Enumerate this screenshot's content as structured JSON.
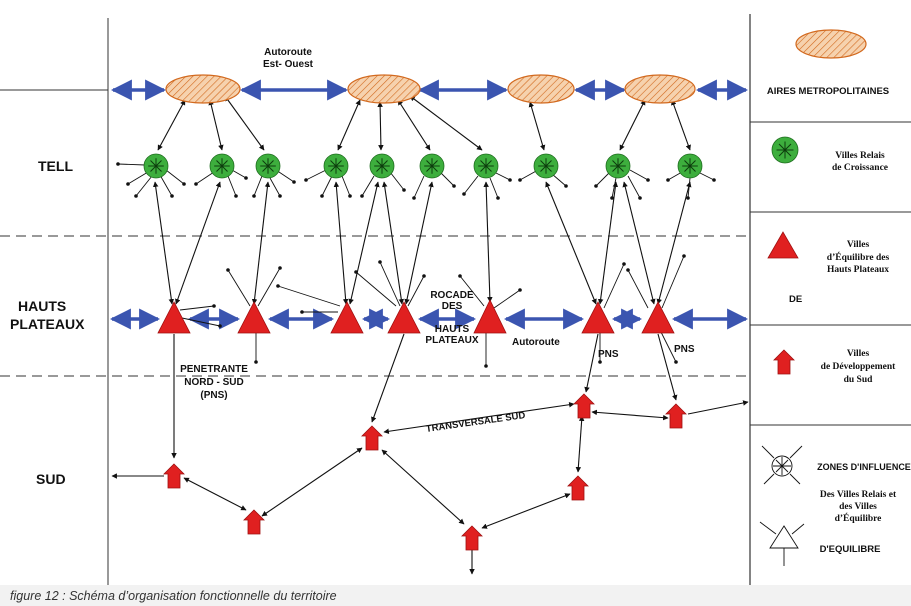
{
  "regions": {
    "tell": "TELL",
    "hauts_plateaux_1": "HAUTS",
    "hauts_plateaux_2": "PLATEAUX",
    "sud": "SUD"
  },
  "labels": {
    "autoroute_top_1": "Autoroute",
    "autoroute_top_2": "Est- Ouest",
    "rocade_1": "ROCADE",
    "rocade_2": "DES",
    "rocade_3": "HAUTS",
    "rocade_4": "PLATEAUX",
    "autoroute_mid": "Autoroute",
    "pns_1": "PNS",
    "pns_2": "PNS",
    "penetrante_1": "PENETRANTE",
    "penetrante_2": "NORD - SUD",
    "penetrante_3": "(PNS)",
    "transversale": "TRANSVERSALE SUD"
  },
  "legend": {
    "aires": "AIRES METROPOLITAINES",
    "relais_1": "Villes Relais",
    "relais_2": "de Croissance",
    "equilibre_1": "Villes",
    "equilibre_2": "d’Équilibre des",
    "equilibre_3": "Hauts Plateaux",
    "de": "DE",
    "dev_1": "Villes",
    "dev_2": "de Développement",
    "dev_3": "du Sud",
    "zones": "ZONES D'INFLUENCE",
    "zones_1": "Des Villes Relais et",
    "zones_2": "des Villes",
    "zones_3": "d’Équilibre",
    "dequilibre": "D'EQUILIBRE"
  },
  "caption": "figure 12 : Schéma d’organisation fonctionnelle du territoire",
  "colors": {
    "highway": "#3b55b0",
    "metro_fill": "#f4c8a0",
    "metro_stroke": "#d2691e",
    "relais": "#3dae3d",
    "equilibre": "#e02020",
    "line": "#111111"
  }
}
